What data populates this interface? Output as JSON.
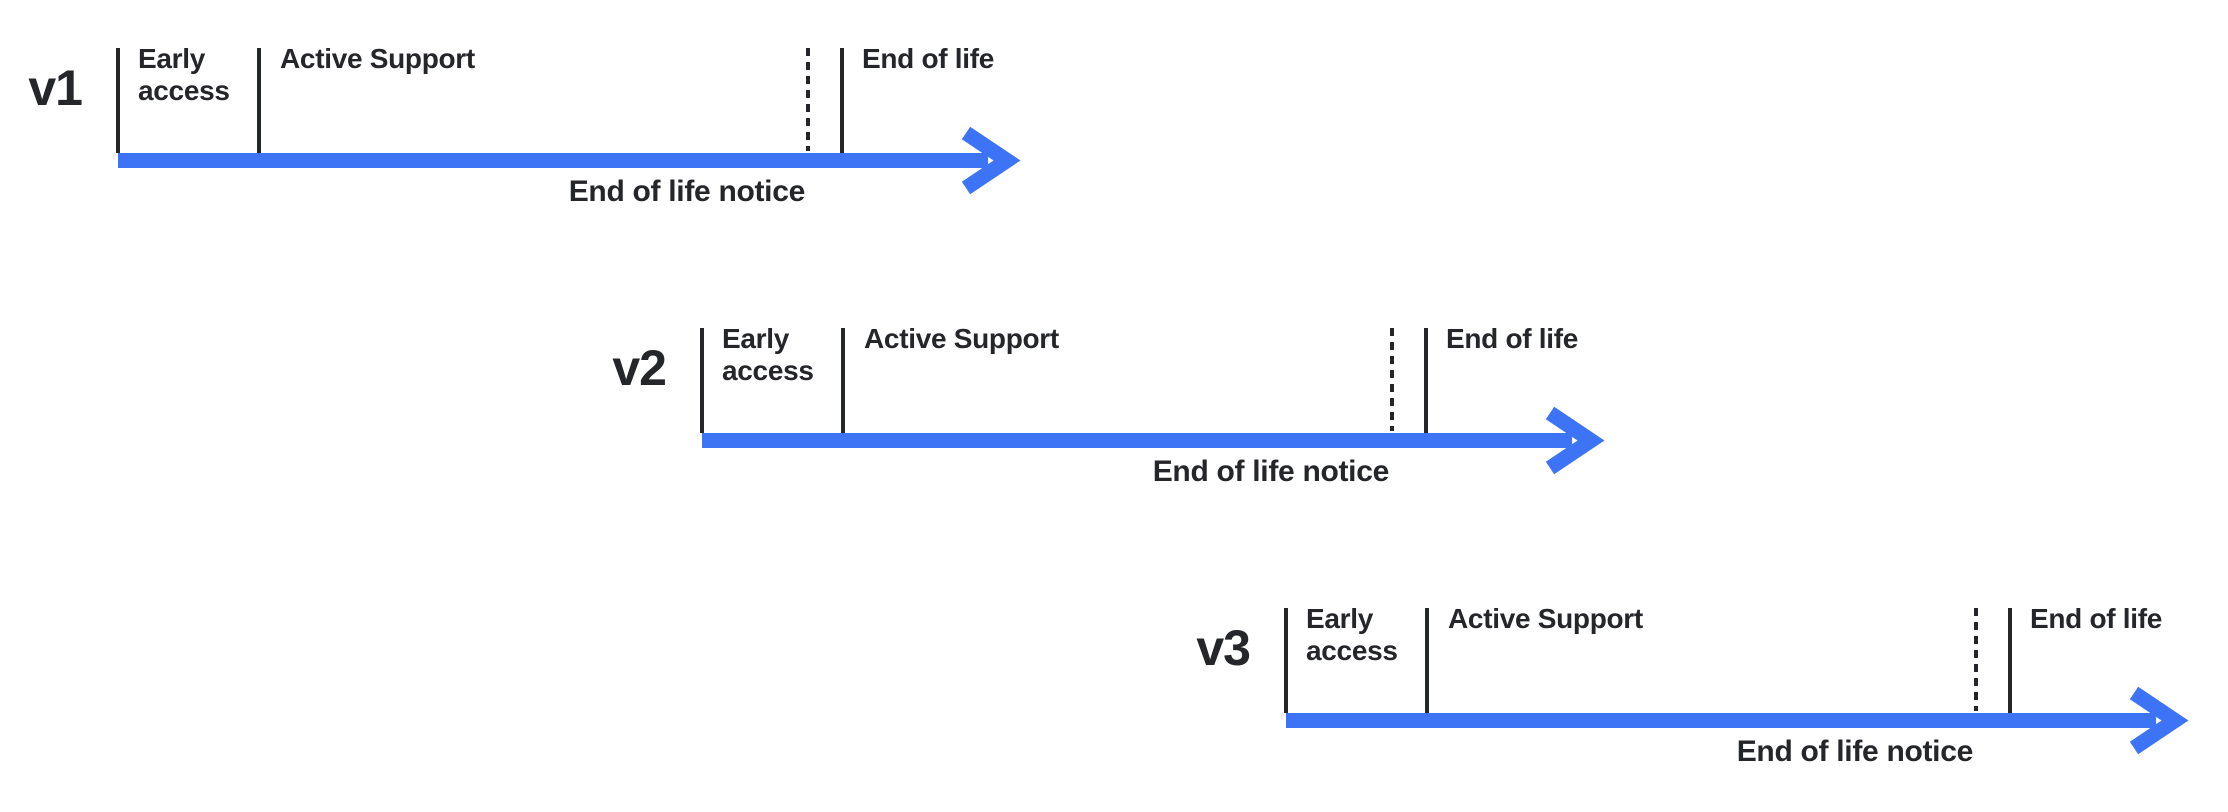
{
  "diagram": {
    "arrow_color": "#3D74F5",
    "ink_color": "#242629",
    "timelines": [
      {
        "version": "v1",
        "early_access": "Early access",
        "active_support": "Active Support",
        "end_of_life": "End of life",
        "eol_notice": "End of life notice"
      },
      {
        "version": "v2",
        "early_access": "Early access",
        "active_support": "Active Support",
        "end_of_life": "End of life",
        "eol_notice": "End of life notice"
      },
      {
        "version": "v3",
        "early_access": "Early access",
        "active_support": "Active Support",
        "end_of_life": "End of life",
        "eol_notice": "End of life notice"
      }
    ]
  }
}
